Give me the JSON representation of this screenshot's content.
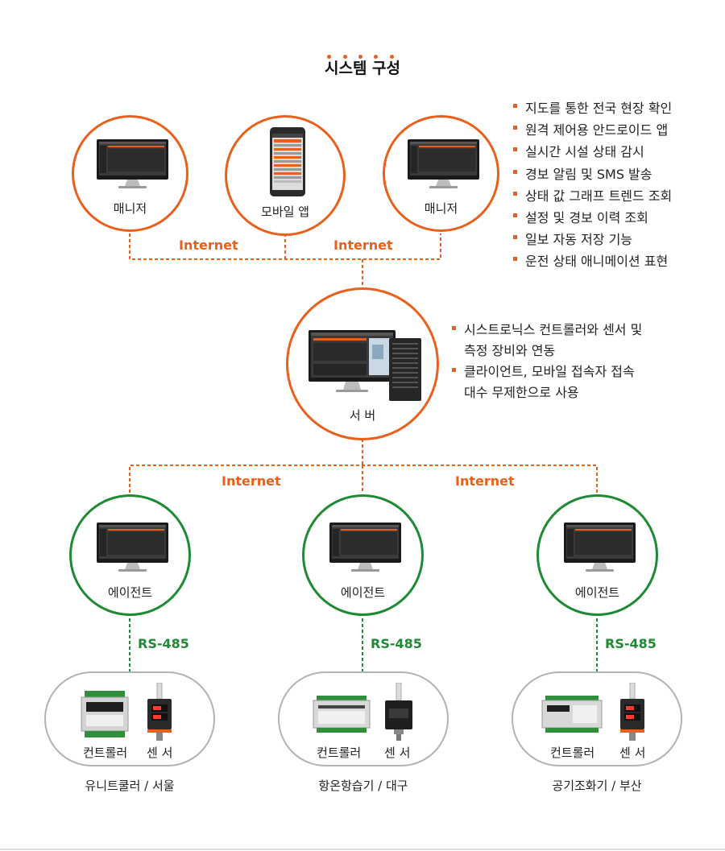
{
  "title": "시스템 구성",
  "managers": {
    "left_label": "매니저",
    "mobile_label": "모바일 앱",
    "right_label": "매니저"
  },
  "connections": {
    "internet": "Internet",
    "rs485": "RS-485"
  },
  "features": [
    "지도를 통한 전국 현장 확인",
    "원격 제어용 안드로이드 앱",
    "실시간 시설 상태 감시",
    "경보 알림 및 SMS 발송",
    "상태 값 그래프 트렌드 조회",
    "설정 및 경보 이력 조회",
    "일보 자동 저장 기능",
    "운전 상태 애니메이션 표현"
  ],
  "server": {
    "label": "서 버",
    "notes": [
      "시스트로닉스 컨트롤러와 센서 및 측정 장비와 연동",
      "클라이언트, 모바일 접속자 접속 대수 무제한으로 사용"
    ]
  },
  "agent_label": "에이전트",
  "device_labels": {
    "controller": "컨트롤러",
    "sensor": "센 서"
  },
  "sites": [
    "유니트쿨러 / 서울",
    "항온항습기 / 대구",
    "공기조화기 / 부산"
  ],
  "colors": {
    "accent": "#e8601c",
    "green": "#1e8a34",
    "pill_border": "#b3b3b3"
  }
}
